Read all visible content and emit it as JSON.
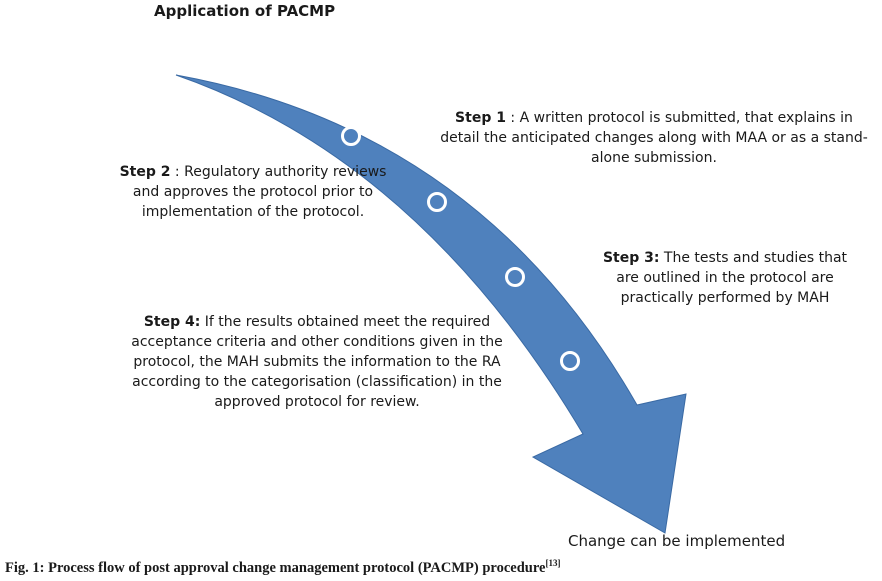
{
  "title": "Application of PACMP",
  "steps": [
    {
      "label": "Step 1",
      "text": " : A written protocol is submitted, that explains in detail the anticipated changes along with MAA or as a stand-alone submission."
    },
    {
      "label": "Step 2",
      "text": " : Regulatory authority reviews and approves the protocol prior to implementation of the protocol."
    },
    {
      "label": "Step 3:",
      "text": " The tests and studies that are outlined in the protocol are practically performed by MAH"
    },
    {
      "label": "Step 4:",
      "text": " If the results obtained meet the required acceptance criteria and other conditions given in the protocol,  the MAH submits the information to the RA according to the categorisation (classification) in the approved protocol for review."
    }
  ],
  "outcome": "Change can be implemented",
  "caption": {
    "text": "Fig. 1: Process flow of post approval change management protocol (PACMP) procedure",
    "reference": "[13]"
  },
  "colors": {
    "arrow": "#4f81bd",
    "arrow_edge": "#3a6aa4",
    "milestone": "#ffffff"
  },
  "milestone_count": 4
}
